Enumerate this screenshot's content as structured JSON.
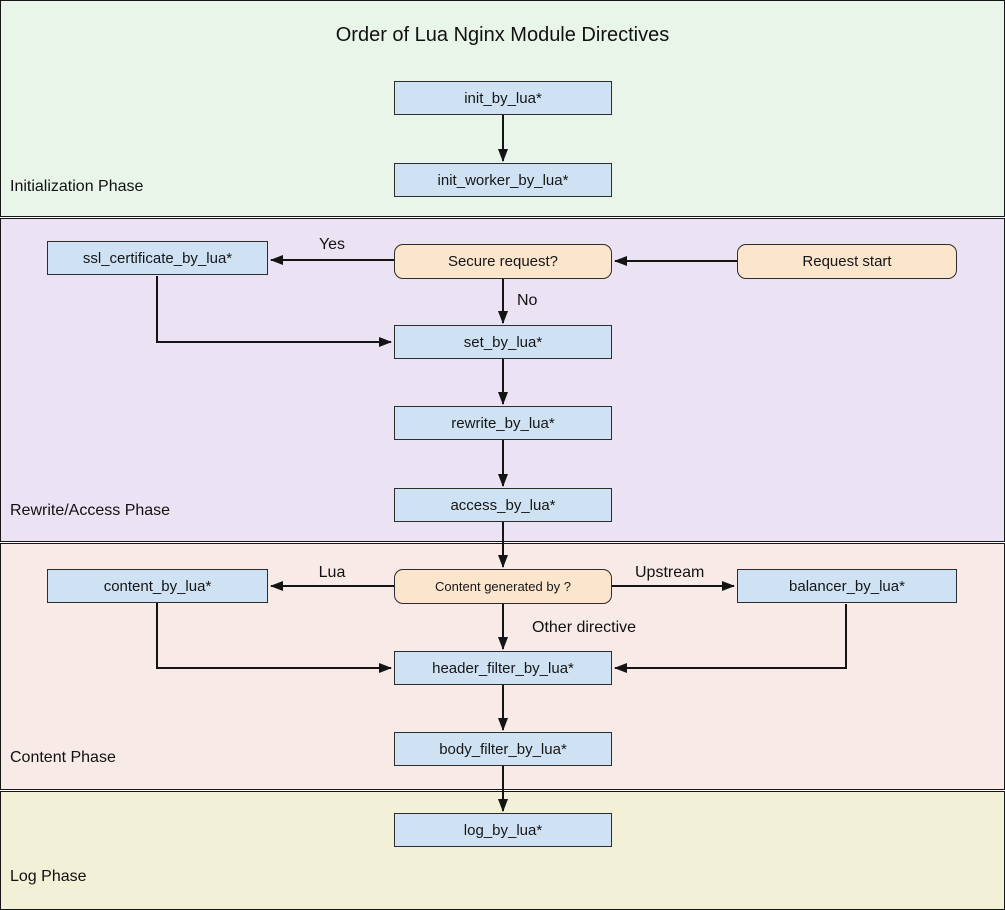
{
  "title": "Order of Lua Nginx Module Directives",
  "colors": {
    "phase_init_bg": "#e9f5e8",
    "phase_rewrite_bg": "#ebe3f3",
    "phase_content_bg": "#f7eae7",
    "phase_log_bg": "#f2f0d6",
    "node_bg": "#cfe2f3",
    "decision_bg": "#fce5cd",
    "line_color": "#141414"
  },
  "phases": {
    "initialization": {
      "label": "Initialization Phase"
    },
    "rewrite_access": {
      "label": "Rewrite/Access Phase"
    },
    "content": {
      "label": "Content Phase"
    },
    "log": {
      "label": "Log Phase"
    }
  },
  "nodes": {
    "init_by_lua": {
      "label": "init_by_lua*"
    },
    "init_worker_by_lua": {
      "label": "init_worker_by_lua*"
    },
    "ssl_certificate_by_lua": {
      "label": "ssl_certificate_by_lua*"
    },
    "secure_request": {
      "label": "Secure request?"
    },
    "request_start": {
      "label": "Request start"
    },
    "set_by_lua": {
      "label": "set_by_lua*"
    },
    "rewrite_by_lua": {
      "label": "rewrite_by_lua*"
    },
    "access_by_lua": {
      "label": "access_by_lua*"
    },
    "content_generated_by": {
      "label": "Content generated by ?"
    },
    "content_by_lua": {
      "label": "content_by_lua*"
    },
    "balancer_by_lua": {
      "label": "balancer_by_lua*"
    },
    "header_filter_by_lua": {
      "label": "header_filter_by_lua*"
    },
    "body_filter_by_lua": {
      "label": "body_filter_by_lua*"
    },
    "log_by_lua": {
      "label": "log_by_lua*"
    }
  },
  "edge_labels": {
    "yes": "Yes",
    "no": "No",
    "lua": "Lua",
    "upstream": "Upstream",
    "other_directive": "Other directive"
  }
}
